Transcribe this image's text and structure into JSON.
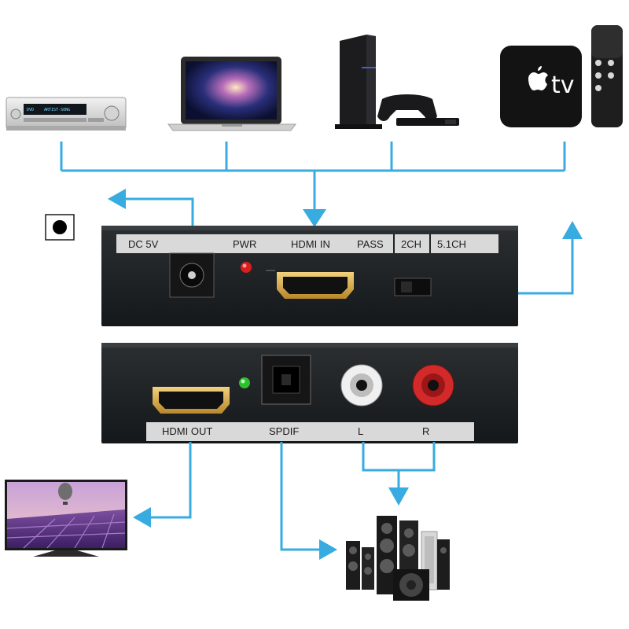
{
  "colors": {
    "arrow": "#38abe0",
    "device_body": "#1f2224",
    "label_strip": "#d6d6d6",
    "hdmi_gold": "#d4a338",
    "led_red": "#d81e1e",
    "led_green": "#2fbf2f",
    "rca_white": "#e7e7e7",
    "rca_red": "#cc2020"
  },
  "sources": [
    {
      "name": "av-receiver-icon",
      "screen_text": "ARTIST-SONG",
      "mode_text": "DVD"
    },
    {
      "name": "laptop-icon"
    },
    {
      "name": "game-console-icon"
    },
    {
      "name": "streaming-box-icon",
      "brand_text": "tv"
    }
  ],
  "input_panel": {
    "labels": {
      "dc": "DC 5V",
      "pwr": "PWR",
      "hdmi_in": "HDMI IN",
      "pass": "PASS",
      "ch2": "2CH",
      "ch51": "5.1CH"
    }
  },
  "output_panel": {
    "labels": {
      "hdmi_out": "HDMI OUT",
      "spdif": "SPDIF",
      "left": "L",
      "right": "R"
    }
  },
  "outputs": [
    {
      "name": "tv-display-icon"
    },
    {
      "name": "speaker-system-icon"
    }
  ]
}
